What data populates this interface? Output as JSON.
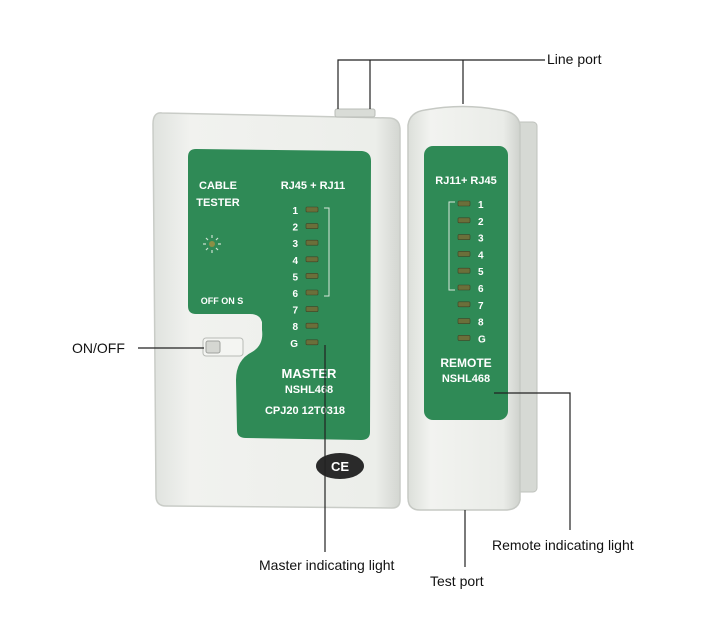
{
  "callouts": {
    "line_port": "Line port",
    "on_off": "ON/OFF",
    "master_light": "Master indicating light",
    "remote_light": "Remote indicating light",
    "test_port": "Test port"
  },
  "master": {
    "cable_line1": "CABLE",
    "cable_line2": "TESTER",
    "port_label": "RJ45 + RJ11",
    "switch_label": "OFF ON S",
    "name": "MASTER",
    "model": "NSHL468",
    "code": "CPJ20 12T0318",
    "ce_mark": "CE",
    "pins": [
      "1",
      "2",
      "3",
      "4",
      "5",
      "6",
      "7",
      "8",
      "G"
    ]
  },
  "remote": {
    "port_label": "RJ11+ RJ45",
    "name": "REMOTE",
    "model": "NSHL468",
    "pins": [
      "1",
      "2",
      "3",
      "4",
      "5",
      "6",
      "7",
      "8",
      "G"
    ]
  },
  "colors": {
    "body": "#eceeea",
    "panel": "#2f8a56",
    "led": "#6b6f3a"
  }
}
